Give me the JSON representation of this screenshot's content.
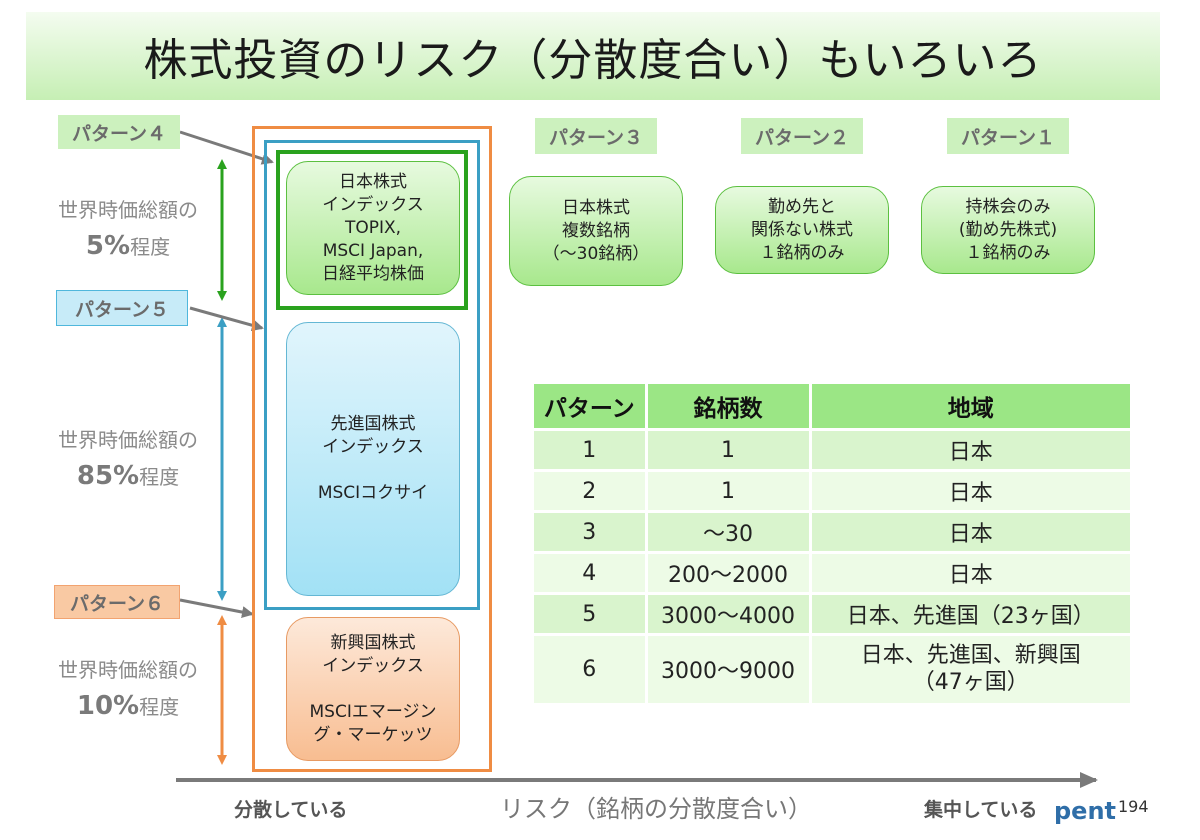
{
  "title": "株式投資のリスク（分散度合い）もいろいろ",
  "patterns": {
    "p1": "パターン１",
    "p2": "パターン２",
    "p3": "パターン３",
    "p4": "パターン４",
    "p5": "パターン５",
    "p6": "パターン６"
  },
  "shares": [
    {
      "line1": "世界時価総額の",
      "pct": "5%",
      "suffix": "程度"
    },
    {
      "line1": "世界時価総額の",
      "pct": "85%",
      "suffix": "程度"
    },
    {
      "line1": "世界時価総額の",
      "pct": "10%",
      "suffix": "程度"
    }
  ],
  "boxes": {
    "japan_index": [
      "日本株式",
      "インデックス",
      "TOPIX,",
      "MSCI Japan,",
      "日経平均株価"
    ],
    "developed_index": [
      "先進国株式",
      "インデックス",
      "",
      "MSCIコクサイ"
    ],
    "emerging_index": [
      "新興国株式",
      "インデックス",
      "",
      "MSCIエマージン",
      "グ・マーケッツ"
    ],
    "pattern3": [
      "日本株式",
      "複数銘柄",
      "（～30銘柄）"
    ],
    "pattern2": [
      "勤め先と",
      "関係ない株式",
      "１銘柄のみ"
    ],
    "pattern1": [
      "持株会のみ",
      "(勤め先株式)",
      "１銘柄のみ"
    ]
  },
  "table": {
    "headers": [
      "パターン",
      "銘柄数",
      "地域"
    ],
    "rows": [
      [
        "1",
        "1",
        "日本"
      ],
      [
        "2",
        "1",
        "日本"
      ],
      [
        "3",
        "～30",
        "日本"
      ],
      [
        "4",
        "200～2000",
        "日本"
      ],
      [
        "5",
        "3000～4000",
        "日本、先進国（23ヶ国）"
      ],
      [
        "6",
        "3000～9000",
        "日本、先進国、新興国\n（47ヶ国）"
      ]
    ]
  },
  "axis": {
    "left": "分散している",
    "center": "リスク（銘柄の分散度合い）",
    "right": "集中している"
  },
  "logo": "pent",
  "page_number": "194",
  "colors": {
    "green": "#2aa21e",
    "blue": "#3b9fc4",
    "orange": "#ef8c43",
    "gray_arrow": "#7a7a7a"
  }
}
